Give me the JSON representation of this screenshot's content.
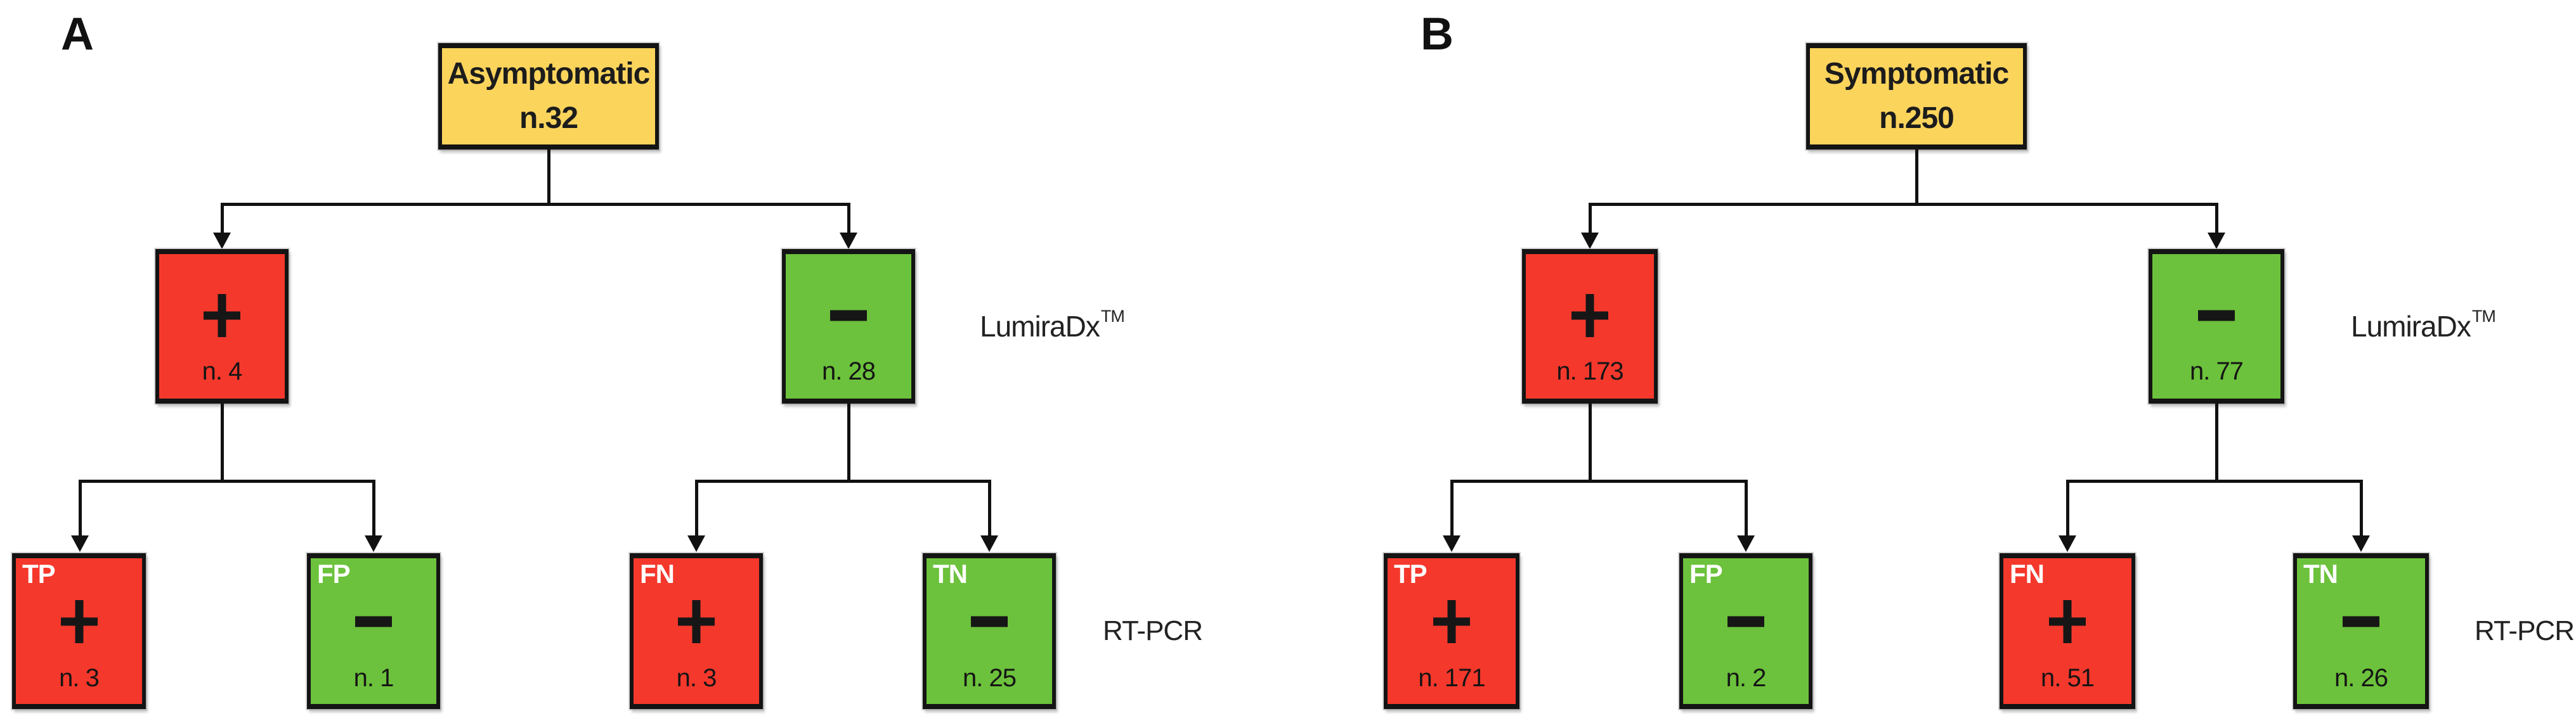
{
  "figure": {
    "colors": {
      "root_fill": "#fbd45c",
      "positive_fill": "#f5382c",
      "negative_fill": "#6cc23c",
      "border": "#141414",
      "line": "#111111",
      "tag_text": "#ffffff"
    },
    "panels": [
      {
        "label": "A",
        "root": {
          "line1": "Asymptomatic",
          "line2": "n.32"
        },
        "level2": [
          {
            "sign": "+",
            "count": "n. 4"
          },
          {
            "sign": "-",
            "count": "n. 28"
          }
        ],
        "level2_stage_label": {
          "base": "LumiraDx",
          "sup": "TM"
        },
        "level3": [
          {
            "tag": "TP",
            "sign": "+",
            "count": "n. 3"
          },
          {
            "tag": "FP",
            "sign": "-",
            "count": "n. 1"
          },
          {
            "tag": "FN",
            "sign": "+",
            "count": "n. 3"
          },
          {
            "tag": "TN",
            "sign": "-",
            "count": "n. 25"
          }
        ],
        "level3_stage_label": "RT-PCR"
      },
      {
        "label": "B",
        "root": {
          "line1": "Symptomatic",
          "line2": "n.250"
        },
        "level2": [
          {
            "sign": "+",
            "count": "n. 173"
          },
          {
            "sign": "-",
            "count": "n. 77"
          }
        ],
        "level2_stage_label": {
          "base": "LumiraDx",
          "sup": "TM"
        },
        "level3": [
          {
            "tag": "TP",
            "sign": "+",
            "count": "n. 171"
          },
          {
            "tag": "FP",
            "sign": "-",
            "count": "n. 2"
          },
          {
            "tag": "FN",
            "sign": "+",
            "count": "n. 51"
          },
          {
            "tag": "TN",
            "sign": "-",
            "count": "n. 26"
          }
        ],
        "level3_stage_label": "RT-PCR"
      }
    ]
  }
}
